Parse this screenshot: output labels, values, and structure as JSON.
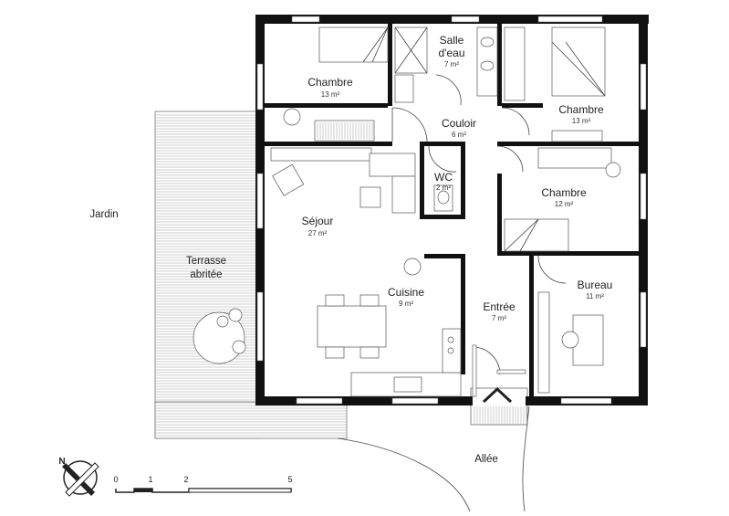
{
  "rooms": [
    {
      "name": "Chambre",
      "area": "13 m²"
    },
    {
      "name": "Salle\nd'eau",
      "name_line1": "Salle",
      "name_line2": "d'eau",
      "area": "7 m²"
    },
    {
      "name": "Chambre",
      "area": "13 m²"
    },
    {
      "name": "Couloir",
      "area": "6 m²"
    },
    {
      "name": "WC",
      "area": "2 m²"
    },
    {
      "name": "Chambre",
      "area": "12 m²"
    },
    {
      "name": "Séjour",
      "area": "27 m²"
    },
    {
      "name": "Cuisine",
      "area": "9 m²"
    },
    {
      "name": "Entrée",
      "area": "7 m²"
    },
    {
      "name": "Bureau",
      "area": "11 m²"
    }
  ],
  "exterior": {
    "jardin": "Jardin",
    "terrasse_line1": "Terrasse",
    "terrasse_line2": "abritée",
    "allee": "Allée"
  },
  "compass": {
    "label": "N"
  },
  "scale_bar": {
    "ticks": [
      "0",
      "1",
      "2",
      "5"
    ]
  }
}
